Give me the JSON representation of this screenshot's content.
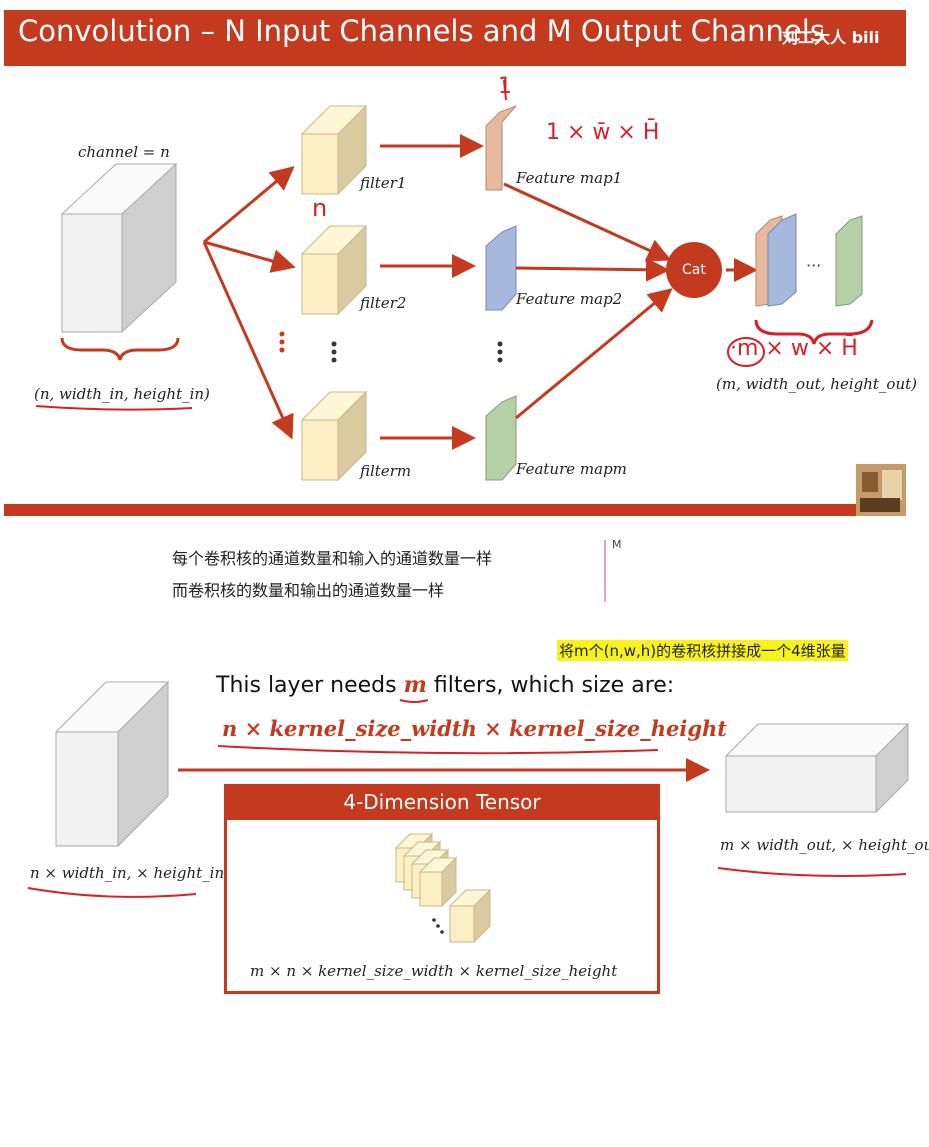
{
  "slide1": {
    "title": "Convolution – N Input Channels and M Output Channels",
    "watermark": "刘二大人 bili",
    "channel_label": "channel = n",
    "input_label": "(n, width_in, height_in)",
    "filters": [
      "filter1",
      "filter2",
      "filterm"
    ],
    "feature_maps": [
      "Feature map1",
      "Feature map2",
      "Feature mapm"
    ],
    "cat_label": "Cat",
    "output_dots": "···",
    "output_label": "(m, width_out, height_out)",
    "hand_top_1": "1",
    "hand_top_dims": "1 × w̄ × H̄",
    "hand_n": "n",
    "hand_out": "·m × w × H̄"
  },
  "notes": {
    "line1": "每个卷积核的通道数量和输入的通道数量一样",
    "line2": "而卷积核的数量和输出的通道数量一样",
    "side_mark": "M",
    "highlight": "将m个(n,w,h)的卷积核拼接成一个4维张量"
  },
  "slide2": {
    "needs_prefix": "This layer needs ",
    "needs_m": "m",
    "needs_suffix": " filters, which size are:",
    "filter_size": "n × kernel_size_width × kernel_size_height",
    "tensor_title": "4-Dimension Tensor",
    "tensor_formula": "m × n × kernel_size_width × kernel_size_height",
    "input_label": "n × width_in, × height_in",
    "output_label": "m × width_out, × height_out"
  },
  "colors": {
    "accent": "#c43a1f",
    "highlight": "#f7f21a",
    "ink": "#d6202a"
  }
}
